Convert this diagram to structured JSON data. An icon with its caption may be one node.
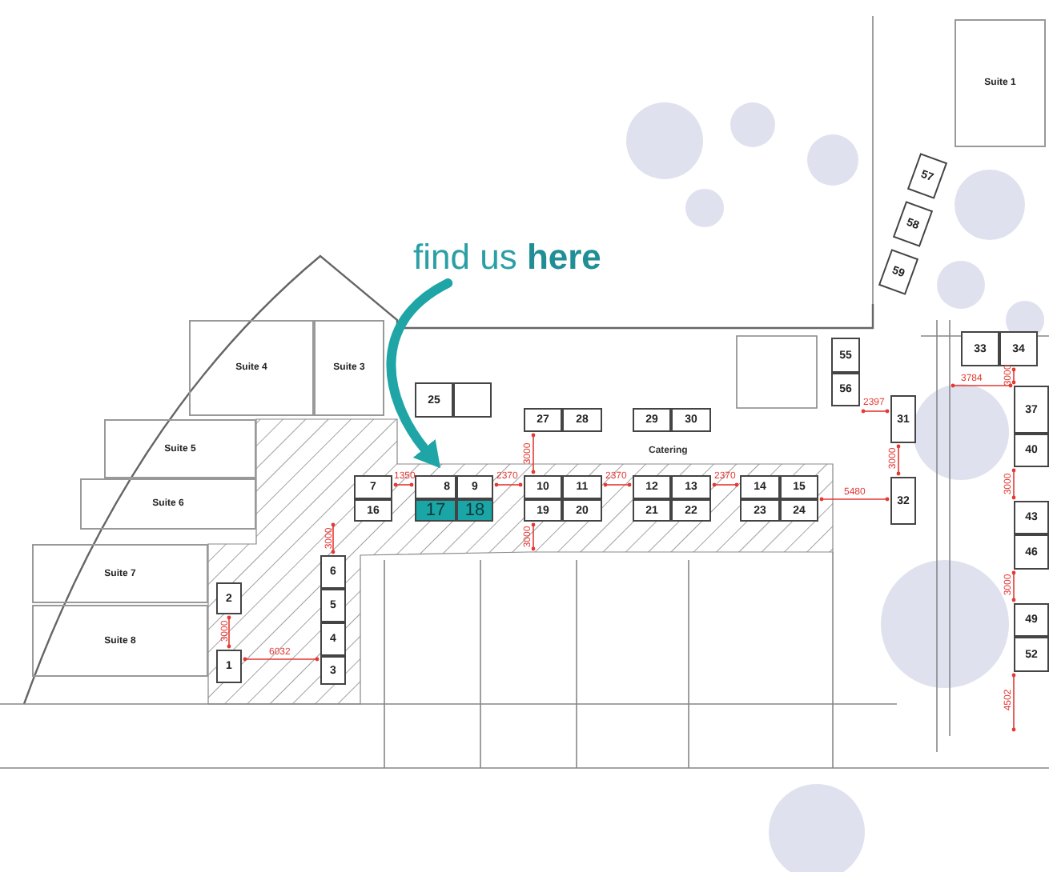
{
  "diagram": {
    "nodes": [
      {
        "text": [
          "Suite 1"
        ]
      },
      {
        "text": [
          "find us **here**"
        ]
      },
      {
        "text": [
          "57"
        ]
      },
      {
        "text": [
          "58"
        ]
      },
      {
        "text": [
          "59"
        ]
      },
      {
        "text": [
          "Suite 4"
        ]
      },
      {
        "text": [
          "Suite 3"
        ]
      },
      {
        "text": [
          "25"
        ]
      },
      {
        "text": [],
        "shape": "box"
      },
      {
        "text": [
          "27"
        ]
      },
      {
        "text": [
          "28"
        ]
      },
      {
        "text": [
          "29"
        ]
      },
      {
        "text": [
          "30"
        ]
      },
      {
        "text": [
          "55"
        ]
      },
      {
        "text": [
          "56"
        ]
      },
      {
        "text": [
          "33"
        ]
      },
      {
        "text": [
          "34"
        ]
      },
      {
        "text": [
          "Suite 5"
        ]
      },
      {
        "text": [
          "37"
        ]
      },
      {
        "text": [
          "7"
        ]
      },
      {
        "text": [
          "8"
        ]
      },
      {
        "text": [
          "9"
        ]
      },
      {
        "text": [
          "10"
        ]
      },
      {
        "text": [
          "11"
        ]
      },
      {
        "text": [
          "12"
        ]
      },
      {
        "text": [
          "13"
        ]
      },
      {
        "text": [
          "14"
        ]
      },
      {
        "text": [
          "15"
        ]
      },
      {
        "text": [
          "Suite 6"
        ]
      },
      {
        "text": [
          "16"
        ]
      },
      {
        "text": [
          "17"
        ]
      },
      {
        "text": [
          "18"
        ]
      },
      {
        "text": [
          "19"
        ]
      },
      {
        "text": [
          "20"
        ]
      },
      {
        "text": [
          "21"
        ]
      },
      {
        "text": [
          "22"
        ]
      },
      {
        "text": [
          "23"
        ]
      },
      {
        "text": [
          "24"
        ]
      },
      {
        "text": [
          "31"
        ]
      },
      {
        "text": [
          "40"
        ]
      },
      {
        "text": [
          "32"
        ]
      },
      {
        "text": [
          "43"
        ]
      },
      {
        "text": [
          "6"
        ]
      },
      {
        "text": [
          "Suite 7"
        ]
      },
      {
        "text": [
          "46"
        ]
      },
      {
        "text": [
          "2"
        ]
      },
      {
        "text": [
          "5"
        ]
      },
      {
        "text": [
          "4"
        ]
      },
      {
        "text": [
          "49"
        ]
      },
      {
        "text": [
          "Suite 8"
        ]
      },
      {
        "text": [
          "1"
        ]
      },
      {
        "text": [
          "3"
        ]
      },
      {
        "text": [
          "52"
        ]
      }
    ],
    "edges": [
      {
        "from": 1,
        "to": 20,
        "arrow": "to",
        "color": "#1fa5a6"
      }
    ],
    "labels": [
      "3000",
      "3784",
      "2397",
      "3000",
      "Catering",
      "3000",
      "1350",
      "2370",
      "2370",
      "2370",
      "3000",
      "5480",
      "3000",
      "3000",
      "3000",
      "3000",
      "6032",
      "4502"
    ]
  }
}
